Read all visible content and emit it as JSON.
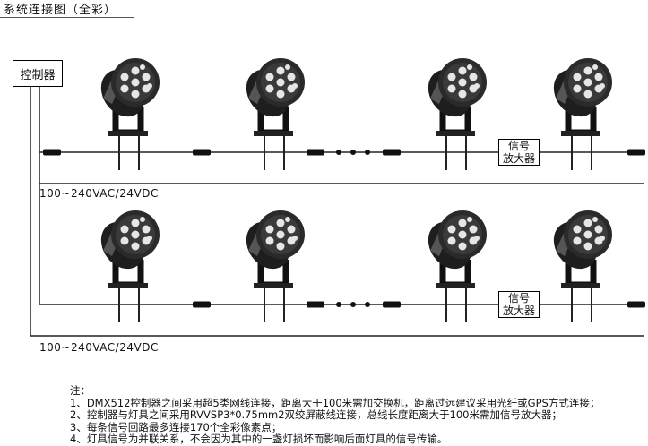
{
  "title": "系统连接图（全彩）",
  "controller_label": "控制器",
  "amplifier": {
    "line1": "信号",
    "line2": "放大器"
  },
  "voltage_label": "100~240VAC/24VDC",
  "notes": {
    "header": "注：",
    "items": [
      "1、DMX512控制器之间采用超5类网线连接，距离大于100米需加交换机，距离过远建议采用光纤或GPS方式连接；",
      "2、控制器与灯具之间采用RVVSP3*0.75mm2双绞屏蔽线连接，总线长度距离大于100米需加信号放大器；",
      "3、每条信号回路最多连接170个全彩像素点；",
      "4、灯具信号为并联关系，不会因为其中的一盏灯损坏而影响后面灯具的信号传输。"
    ]
  },
  "icons": {
    "fixture": "led-spotlight-icon",
    "connector": "cable-connector-icon",
    "dots": "ellipsis-dots-icon"
  }
}
